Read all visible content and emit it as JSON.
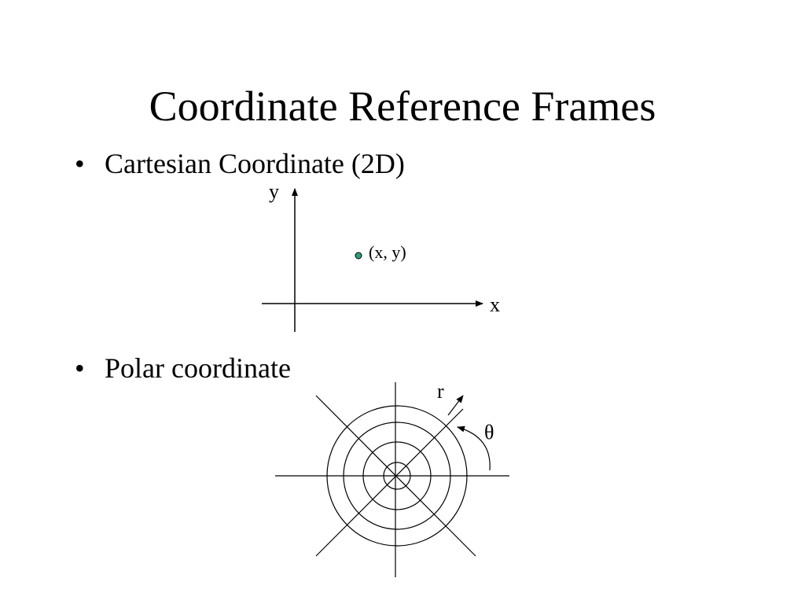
{
  "slide": {
    "title": "Coordinate Reference Frames",
    "bullets": [
      {
        "marker": "•",
        "text": "Cartesian Coordinate (2D)"
      },
      {
        "marker": "•",
        "text": "Polar coordinate"
      }
    ]
  },
  "cartesian_diagram": {
    "y_axis_label": "y",
    "x_axis_label": "x",
    "point_label": "(x, y)",
    "point_color": "#2e9e7e"
  },
  "polar_diagram": {
    "radius_label": "r",
    "angle_label": "θ",
    "ring_count": 4,
    "radial_lines": 4
  }
}
